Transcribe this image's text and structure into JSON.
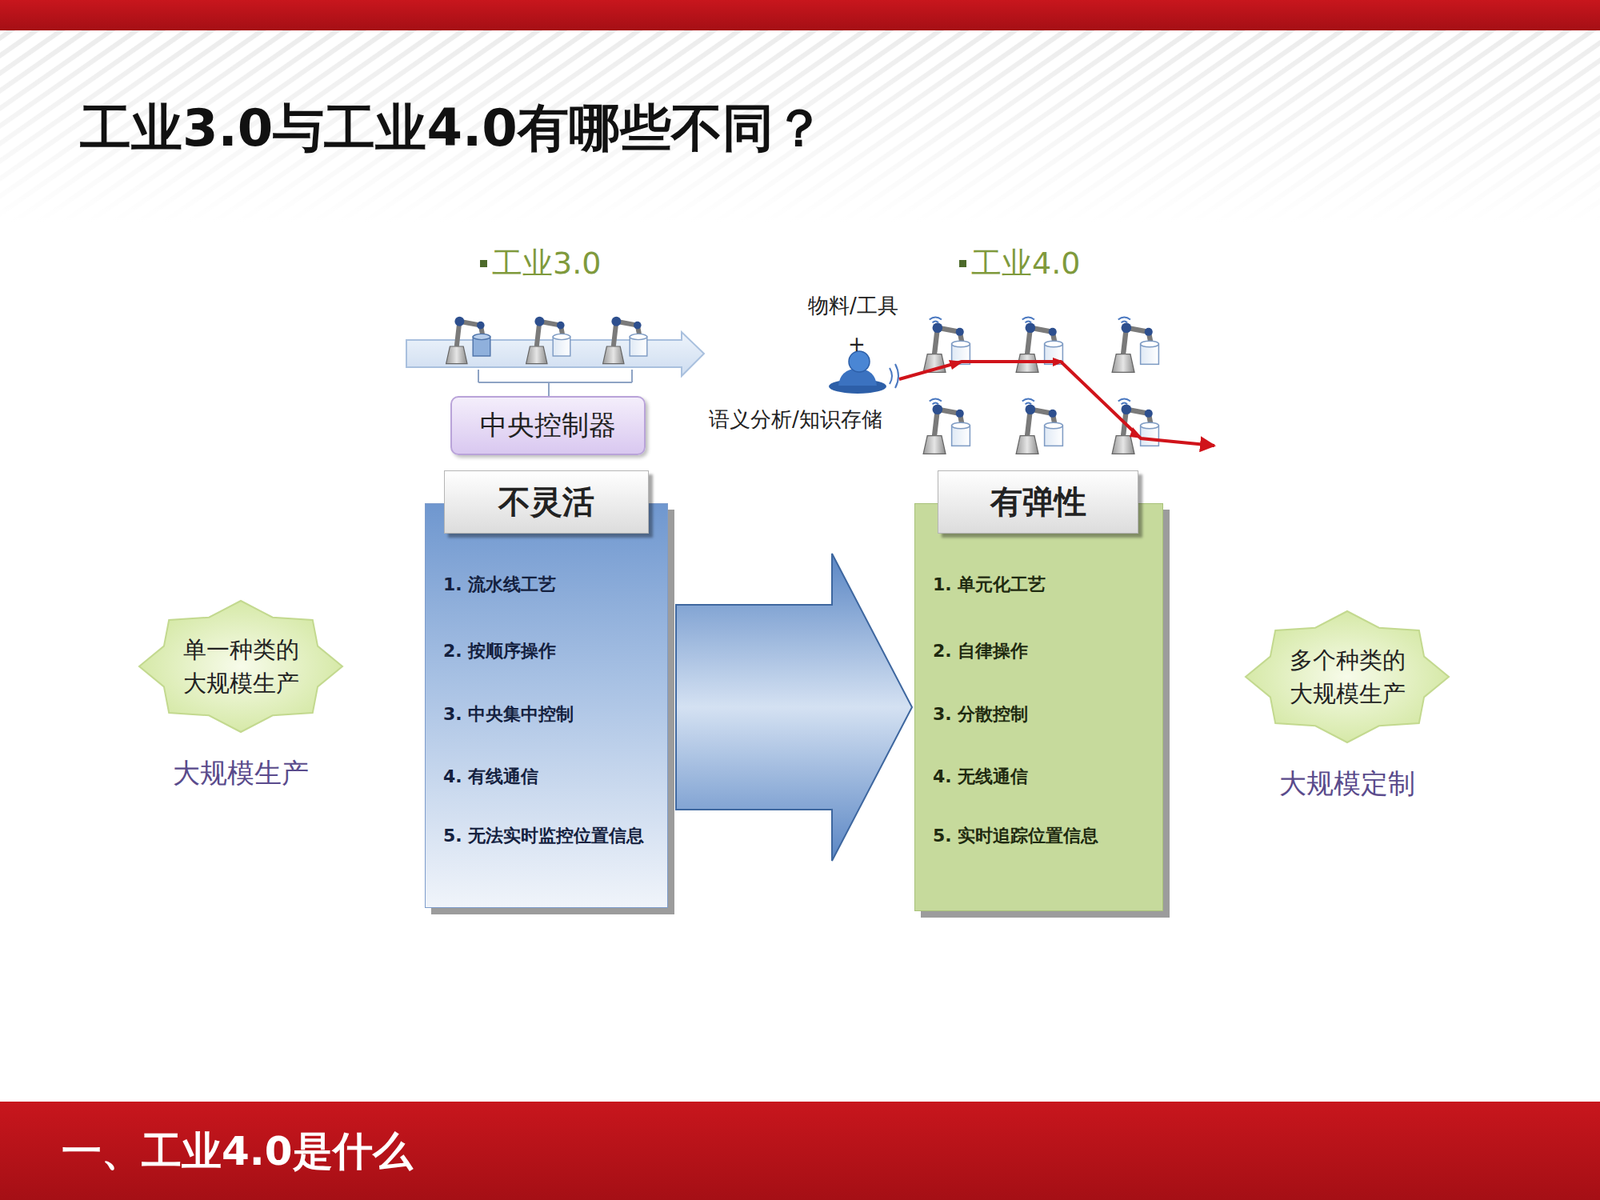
{
  "diagram": {
    "title": "工业3.0与工业4.0有哪些不同？",
    "nodes": [
      {
        "text": [
          "中央控制器"
        ]
      },
      {
        "text": [
          "1. 流水线工艺",
          "2. 按顺序操作",
          "3. 中央集中控制",
          "4. 有线通信",
          "5. 无法实时监控位置信息"
        ]
      },
      {
        "text": [
          "不灵活"
        ],
        "in": 1
      },
      {
        "text": [
          "1. 单元化工艺",
          "2. 自律操作",
          "3. 分散控制",
          "4. 无线通信",
          "5. 实时追踪位置信息"
        ]
      },
      {
        "text": [
          "有弹性"
        ],
        "in": 3
      },
      {
        "text": [
          "单一种类的 大规模生产",
          "大规模生产"
        ]
      },
      {
        "text": [
          "多个种类的 大规模生产",
          "大规模定制"
        ]
      }
    ],
    "edges": [
      {
        "from": 1,
        "to": 3,
        "arrow": "to"
      }
    ],
    "labels": [
      "工业3.0",
      "工业4.0",
      "物料/工具",
      "+",
      "语义分析/知识存储",
      "一、工业4.0是什么"
    ]
  }
}
